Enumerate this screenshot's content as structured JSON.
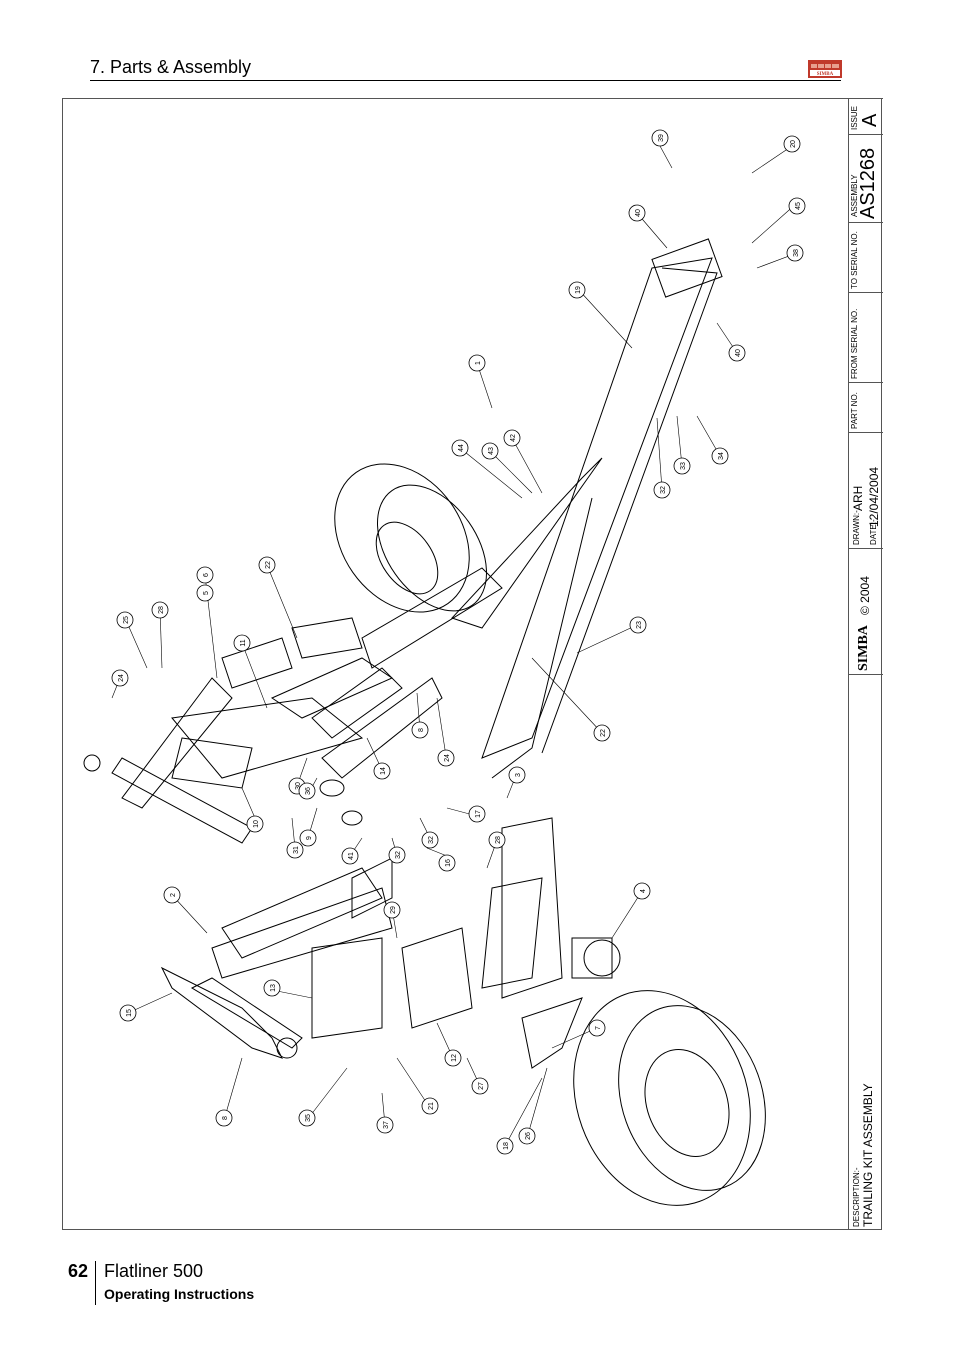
{
  "header": {
    "title": "7. Parts & Assembly",
    "logo_text": "SIMBA"
  },
  "title_block": {
    "issue_label": "ISSUE",
    "issue_value": "A",
    "assembly_label": "ASSEMBLY",
    "assembly_value": "AS1268",
    "to_serial_label": "TO SERIAL NO.",
    "from_serial_label": "FROM SERIAL NO.",
    "part_no_label": "PART NO.",
    "drawn_label": "DRAWN:-",
    "drawn_value": "ARH",
    "date_label": "DATE:-",
    "date_value": "12/04/2004",
    "brand": "SIMBA",
    "copyright": "© 2004",
    "description_label": "DESCRIPTION:-",
    "description_value": "TRAILING KIT ASSEMBLY"
  },
  "callouts": [
    "39",
    "20",
    "40",
    "45",
    "38",
    "19",
    "40",
    "1",
    "44",
    "43",
    "42",
    "32",
    "33",
    "34",
    "6",
    "5",
    "22",
    "25",
    "28",
    "11",
    "24",
    "23",
    "22",
    "8",
    "24",
    "3",
    "14",
    "30",
    "36",
    "10",
    "31",
    "9",
    "41",
    "32",
    "32",
    "17",
    "16",
    "28",
    "2",
    "29",
    "4",
    "15",
    "13",
    "7",
    "8",
    "35",
    "37",
    "21",
    "12",
    "27",
    "26",
    "18"
  ],
  "footer": {
    "page_number": "62",
    "product": "Flatliner 500",
    "subtitle": "Operating Instructions"
  }
}
